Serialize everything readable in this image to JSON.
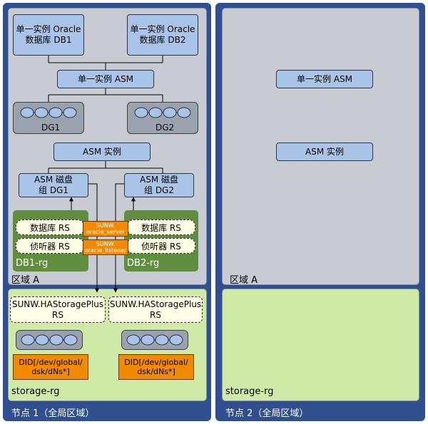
{
  "node1": {
    "label": "节点 1（全局区域）",
    "zone_label": "区域 A",
    "db1": "单一实例 Oracle\n数据库 DB1",
    "db2": "单一实例 Oracle\n数据库 DB2",
    "asm": "单一实例 ASM",
    "dg1": "DG1",
    "dg2": "DG2",
    "asm_instance": "ASM 实例",
    "asm_dg1": "ASM 磁盘\n组 DG1",
    "asm_dg2": "ASM 磁盘\n组 DG2",
    "rg1": {
      "db_rs": "数据库 RS",
      "listener_rs": "侦听器 RS",
      "label": "DB1-rg"
    },
    "rg2": {
      "db_rs": "数据库 RS",
      "listener_rs": "侦听器 RS",
      "label": "DB2-rg"
    },
    "oracle_server": "SUNW.\noracle_server",
    "oracle_listener": "SUNW.\noracle_listener",
    "storage": {
      "hasp_left": "SUNW.HAStoragePlus\nRS",
      "hasp_right": "SUNW.HAStoragePlus\nRS",
      "did_left": "DID[/dev/global/\ndsk/dNs*]",
      "did_right": "DID[/dev/global/\ndsk/dNs*]",
      "label": "storage-rg"
    }
  },
  "node2": {
    "label": "节点 2（全局区域）",
    "zone_label": "区域 A",
    "asm": "单一实例 ASM",
    "asm_instance": "ASM 实例",
    "storage_label": "storage-rg"
  },
  "colors": {
    "node": "#2f4f8f",
    "zone": "#c8ccd2",
    "storage": "#cfeaa6",
    "component": "#a9c4e6",
    "resource_group": "#5e8e3e",
    "agent": "#f28a00"
  }
}
